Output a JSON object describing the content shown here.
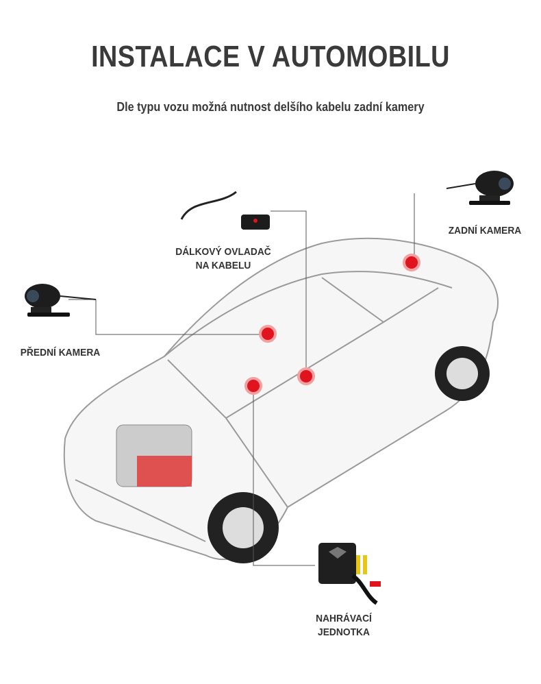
{
  "header": {
    "title": "INSTALACE V AUTOMOBILU",
    "subtitle": "Dle typu vozu možná nutnost delšího kabelu zadní kamery"
  },
  "labels": {
    "remote": [
      "DÁLKOVÝ OVLADAČ",
      "NA KABELU"
    ],
    "front_camera": "PŘEDNÍ KAMERA",
    "rear_camera": "ZADNÍ KAMERA",
    "recorder": [
      "NAHRÁVACÍ",
      "JEDNOTKA"
    ]
  },
  "colors": {
    "text": "#3a3a3a",
    "accent": "#e0141e",
    "line": "#555555"
  }
}
